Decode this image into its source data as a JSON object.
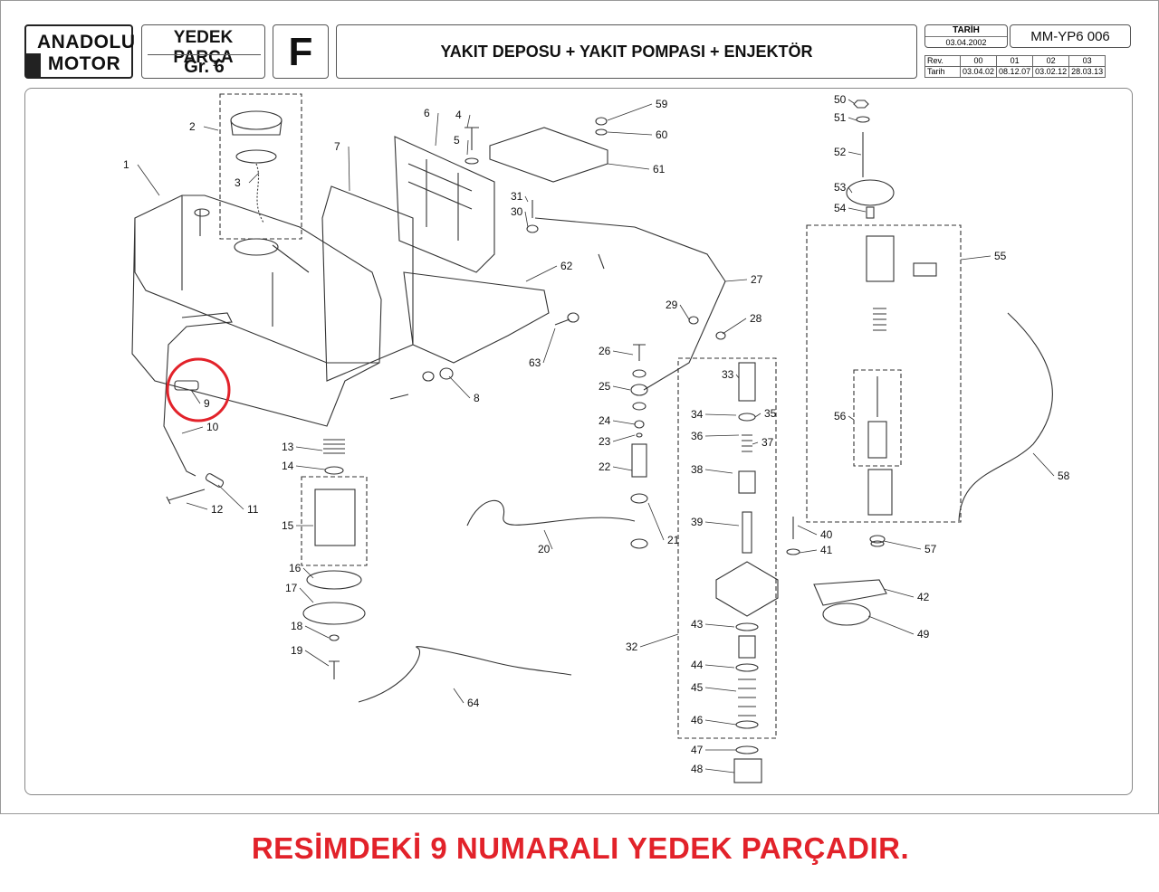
{
  "header": {
    "brand": "ANADOLU MOTOR",
    "group_title": "YEDEK PARÇA",
    "group_no": "Gr. 6",
    "section_letter": "F",
    "title": "YAKIT DEPOSU + YAKIT POMPASI + ENJEKTÖR",
    "date_label": "TARİH",
    "date_value": "03.04.2002",
    "doc_code": "MM-YP6 006",
    "revisions": {
      "rev_label": "Rev.",
      "date_label": "Tarih",
      "columns": [
        "00",
        "01",
        "02",
        "03"
      ],
      "dates": [
        "03.04.02",
        "08.12.07",
        "03.02.12",
        "28.03.13"
      ]
    }
  },
  "diagram": {
    "highlighted_part": "9",
    "highlight_color": "#e2222a",
    "part_numbers": [
      "1",
      "2",
      "3",
      "4",
      "5",
      "6",
      "7",
      "8",
      "9",
      "10",
      "11",
      "12",
      "13",
      "14",
      "15",
      "16",
      "17",
      "18",
      "19",
      "20",
      "21",
      "22",
      "23",
      "24",
      "25",
      "26",
      "27",
      "28",
      "29",
      "30",
      "31",
      "32",
      "33",
      "34",
      "35",
      "36",
      "37",
      "38",
      "39",
      "40",
      "41",
      "42",
      "43",
      "44",
      "45",
      "46",
      "47",
      "48",
      "49",
      "50",
      "51",
      "52",
      "53",
      "54",
      "55",
      "56",
      "57",
      "58",
      "59",
      "60",
      "61",
      "62",
      "63",
      "64"
    ]
  },
  "note": {
    "text": "RESİMDEKİ 9 NUMARALI YEDEK PARÇADIR.",
    "color": "#e2222a"
  }
}
